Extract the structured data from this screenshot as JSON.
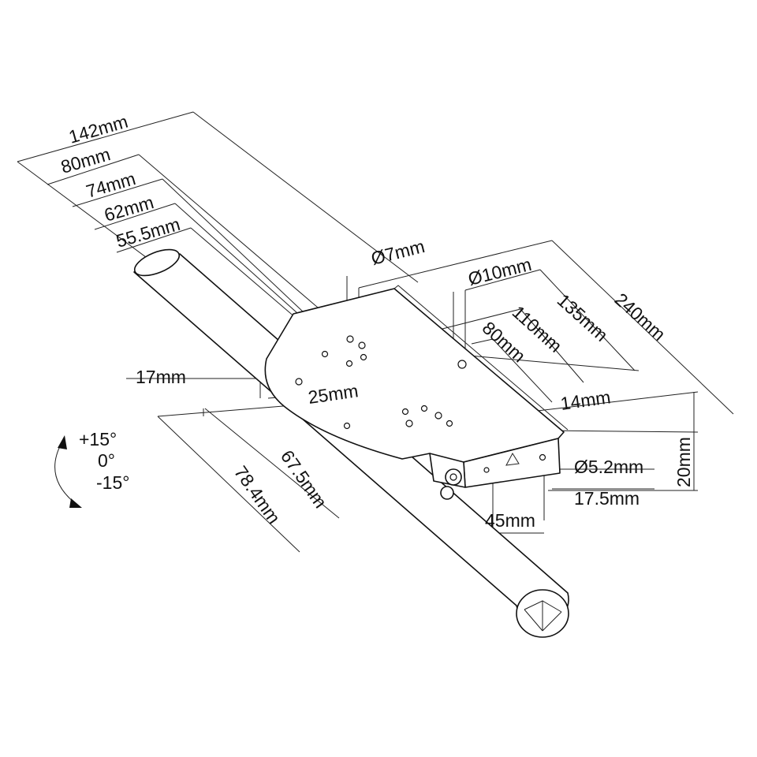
{
  "dimensions": {
    "width_142": "142mm",
    "width_80": "80mm",
    "width_74": "74mm",
    "width_62": "62mm",
    "width_55_5": "55.5mm",
    "hole_7": "Ø7mm",
    "hole_10": "Ø10mm",
    "len_135": "135mm",
    "len_240": "240mm",
    "len_110": "110mm",
    "len_80": "80mm",
    "len_17": "17mm",
    "len_25": "25mm",
    "len_14": "14mm",
    "hole_5_2": "Ø5.2mm",
    "height_20": "20mm",
    "len_17_5": "17.5mm",
    "len_45": "45mm",
    "len_67_5": "67.5mm",
    "len_78_4": "78.4mm"
  },
  "tilt": {
    "plus": "+15°",
    "zero": "0°",
    "minus": "-15°"
  }
}
